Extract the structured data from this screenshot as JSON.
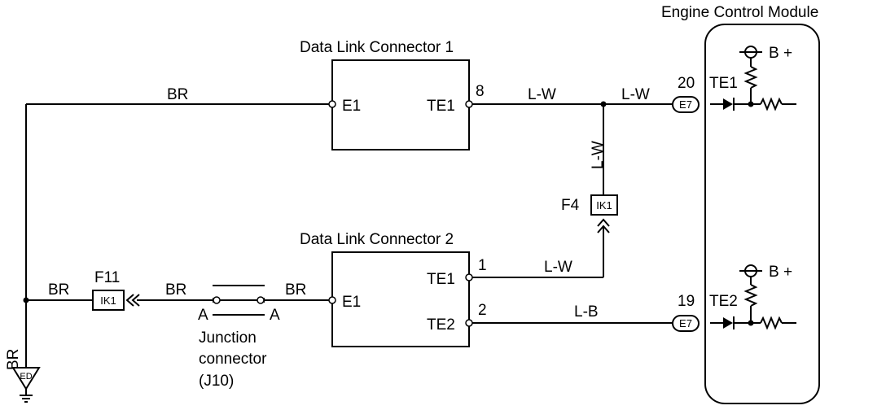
{
  "ecm": {
    "title": "Engine Control Module",
    "b_plus_1": "B +",
    "b_plus_2": "B +",
    "pin_20": "20",
    "pin_19": "19",
    "te1": "TE1",
    "te2": "TE2",
    "conn_e7_a": "E7",
    "conn_e7_b": "E7"
  },
  "dlc1": {
    "title": "Data Link Connector 1",
    "e1": "E1",
    "te1": "TE1",
    "pin_8": "8"
  },
  "dlc2": {
    "title": "Data Link Connector 2",
    "e1": "E1",
    "te1": "TE1",
    "te2": "TE2",
    "pin_1": "1",
    "pin_2": "2"
  },
  "wires": {
    "br_top": "BR",
    "lw_1": "L-W",
    "lw_2": "L-W",
    "lw_vertical": "L-W",
    "lw_dlc2": "L-W",
    "lb": "L-B",
    "br_left": "BR",
    "br_mid": "BR",
    "br_right": "BR",
    "br_vertical": "BR"
  },
  "connectors": {
    "f4": "F4",
    "f4_id": "IK1",
    "f11": "F11",
    "f11_id": "IK1"
  },
  "junction": {
    "pin_a_left": "A",
    "pin_a_right": "A",
    "line1": "Junction",
    "line2": "connector",
    "line3": "(J10)"
  },
  "ground": {
    "label": "ED"
  }
}
